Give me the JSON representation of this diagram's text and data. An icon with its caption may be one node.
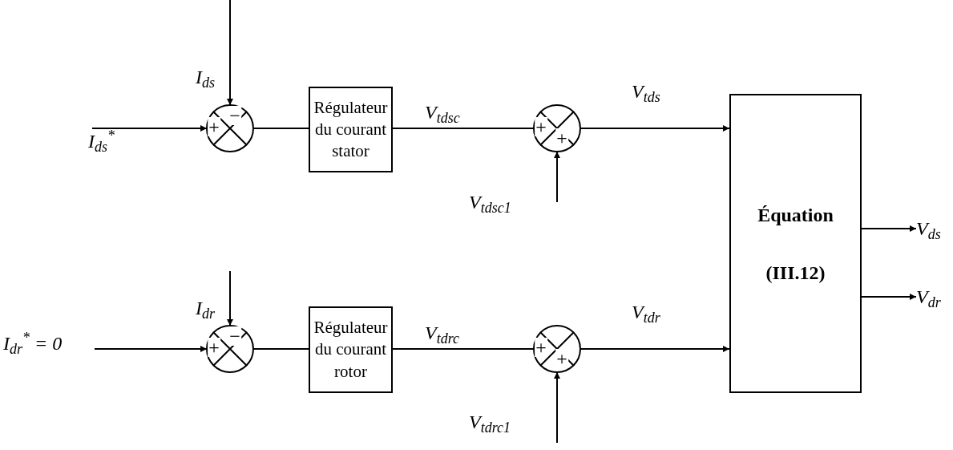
{
  "diagram": {
    "nodes": [
      {
        "text": [
          "+",
          "−"
        ]
      },
      {
        "text": [
          "Régulateur du courant stator"
        ]
      },
      {
        "text": [
          "+",
          "+"
        ]
      },
      {
        "text": [
          "Équation",
          "(III.12)"
        ]
      },
      {
        "text": [
          "V$_{ds}$"
        ]
      },
      {
        "text": [
          "V$_{dr}$"
        ]
      },
      {
        "text": [
          "+",
          "−"
        ]
      },
      {
        "text": [
          "Régulateur du courant rotor"
        ]
      },
      {
        "text": [
          "+",
          "+"
        ]
      }
    ],
    "edges": [
      {
        "from": null,
        "to": 0,
        "arrow": "to",
        "label": "I$_{ds}$$^{*}$"
      },
      {
        "from": null,
        "to": 0,
        "arrow": "to",
        "label": "I$_{ds}$"
      },
      {
        "from": 0,
        "to": 1,
        "arrow": "none"
      },
      {
        "from": 1,
        "to": 2,
        "arrow": "none",
        "label": "V$_{tdsc}$"
      },
      {
        "from": null,
        "to": 2,
        "arrow": "to",
        "label": "V$_{tdsc1}$"
      },
      {
        "from": 2,
        "to": 3,
        "arrow": "to",
        "label": "V$_{tds}$"
      },
      {
        "from": 3,
        "to": 4,
        "arrow": "to"
      },
      {
        "from": 3,
        "to": 5,
        "arrow": "to"
      },
      {
        "from": null,
        "to": 6,
        "arrow": "to",
        "label": "I$_{dr}$$^{*}$ = 0"
      },
      {
        "from": null,
        "to": 6,
        "arrow": "to",
        "label": "I$_{dr}$"
      },
      {
        "from": 6,
        "to": 7,
        "arrow": "none"
      },
      {
        "from": 7,
        "to": 8,
        "arrow": "none",
        "label": "V$_{tdrc}$"
      },
      {
        "from": null,
        "to": 8,
        "arrow": "to",
        "label": "V$_{tdrc1}$"
      },
      {
        "from": 8,
        "to": 3,
        "arrow": "to",
        "label": "V$_{tdr}$"
      }
    ]
  }
}
